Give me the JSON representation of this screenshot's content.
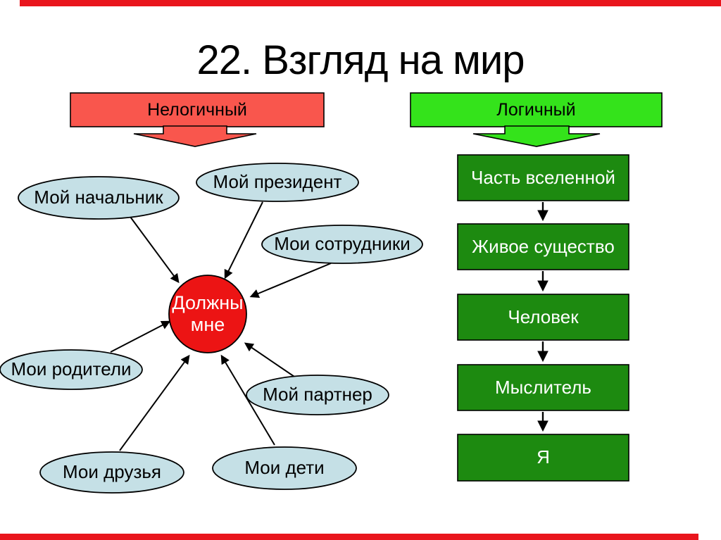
{
  "slide": {
    "title": "22. Взгляд на мир",
    "background": "#ffffff",
    "decor_color": "#e9151d"
  },
  "banners": {
    "illogical": {
      "label": "Нелогичный",
      "fill": "#f9564d"
    },
    "logical": {
      "label": "Логичный",
      "fill": "#34e31b"
    }
  },
  "mindmap": {
    "node_fill": "#c5e0e6",
    "center": {
      "line1": "Должны",
      "line2": "мне",
      "fill": "#ec1414"
    },
    "nodes": [
      {
        "label": "Мой начальник"
      },
      {
        "label": "Мой президент"
      },
      {
        "label": "Мои сотрудники"
      },
      {
        "label": "Мои родители"
      },
      {
        "label": "Мой партнер"
      },
      {
        "label": "Мои друзья"
      },
      {
        "label": "Мои дети"
      }
    ]
  },
  "chain": {
    "box_fill": "#1d8a10",
    "items": [
      {
        "label": "Часть вселенной"
      },
      {
        "label": "Живое существо"
      },
      {
        "label": "Человек"
      },
      {
        "label": "Мыслитель"
      },
      {
        "label": "Я"
      }
    ]
  }
}
